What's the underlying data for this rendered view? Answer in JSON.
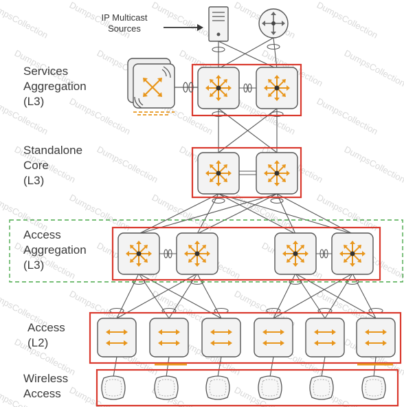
{
  "multicast_label": [
    "IP Multicast",
    "Sources"
  ],
  "tiers": {
    "services": [
      "Services",
      "Aggregation",
      "(L3)"
    ],
    "core": [
      "Standalone",
      "Core",
      "(L3)"
    ],
    "access_agg": [
      "Access",
      "Aggregation",
      "(L3)"
    ],
    "access": [
      "Access",
      "(L2)"
    ],
    "wireless": [
      "Wireless",
      "Access"
    ]
  },
  "watermark": "DumpsCollection",
  "colors": {
    "tier_box": "#d9382c",
    "device_orange": "#e8961c",
    "device_fill": "#f3f3f3",
    "device_border": "#555555",
    "link": "#555555",
    "dashed_box": "#49a84a"
  },
  "icons": {
    "router": "router-icon",
    "switch": "switch-icon",
    "server": "server-icon",
    "access_point": "access-point-icon",
    "wireless_controller": "wireless-controller-icon"
  }
}
